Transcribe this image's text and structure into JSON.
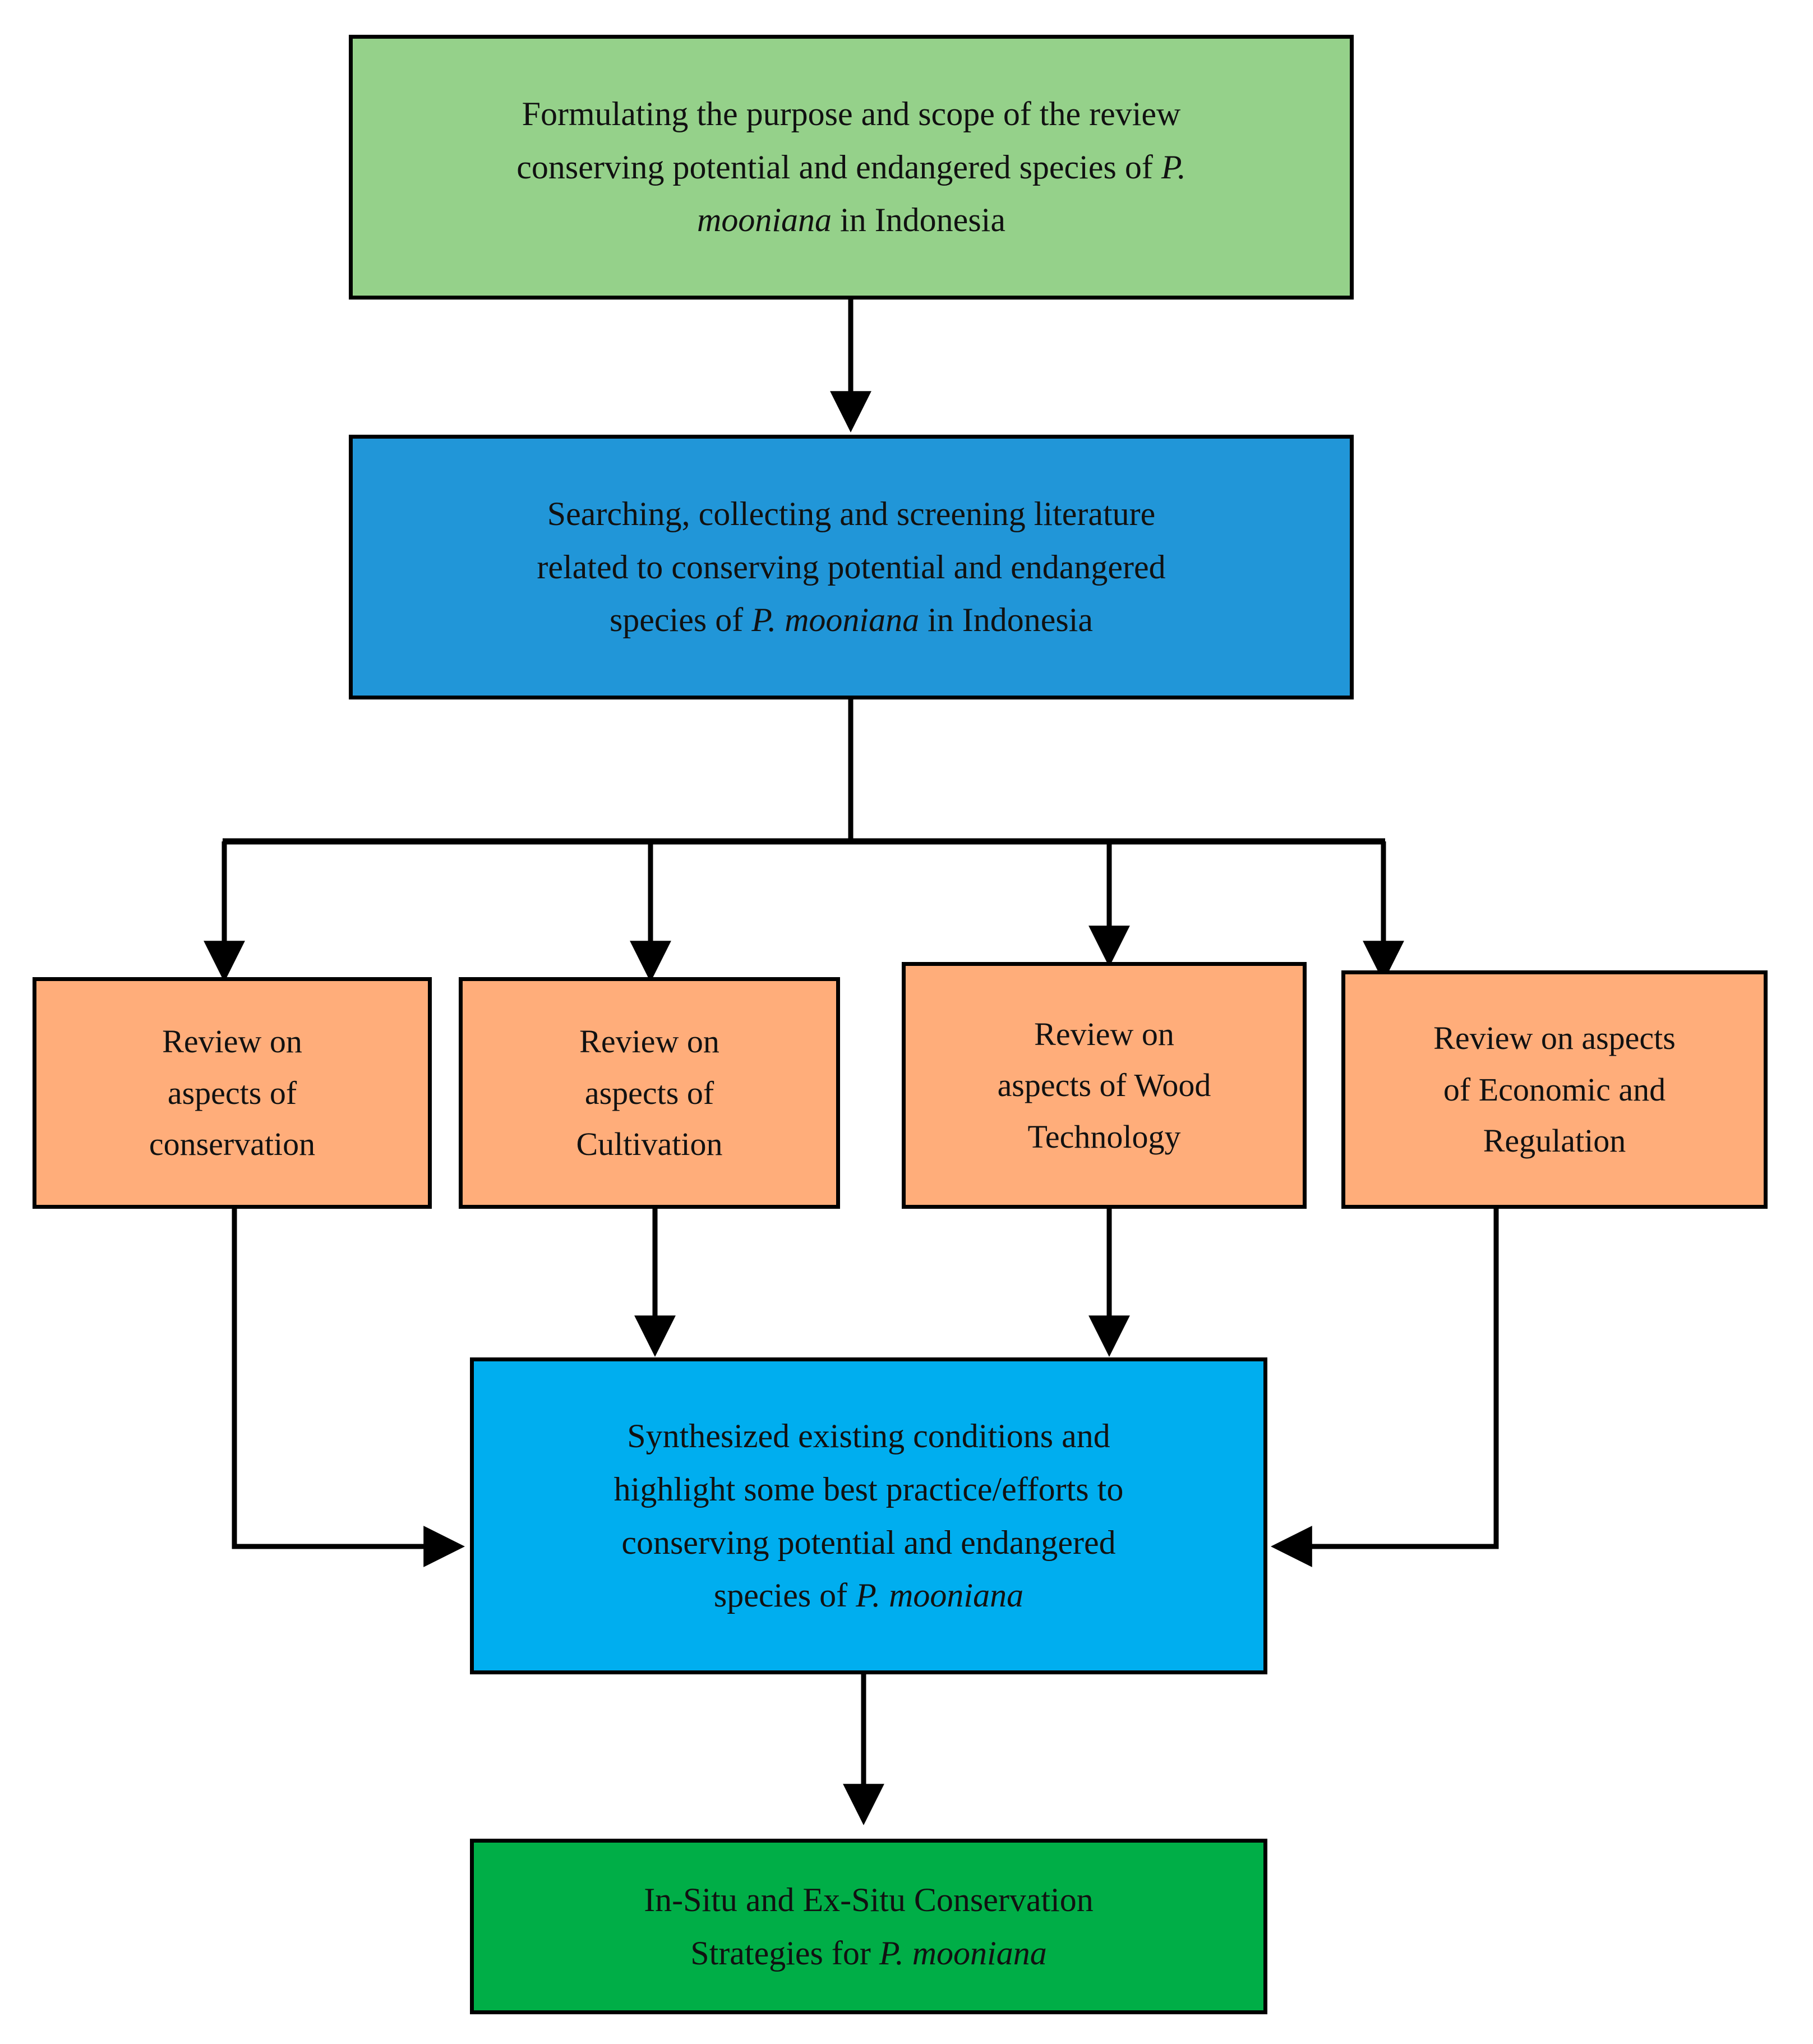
{
  "diagram": {
    "title": "Review methodology flowchart for P. mooniana conservation",
    "type": "flowchart",
    "background": "#ffffff",
    "edge_color": "#000000",
    "border_color": "#000000"
  },
  "palette": {
    "green_light": "#95d18a",
    "blue_medium": "#2196d8",
    "orange": "#ffad7a",
    "blue_bright": "#00aeef",
    "green_vivid": "#00ae47"
  },
  "nodes": {
    "objective": {
      "id": "objective",
      "label": "Formulating the purpose and scope of the review conserving potential and endangered species of P. mooniana in Indonesia",
      "line1": "Formulating the purpose and scope of the review",
      "line2_a": "conserving potential and endangered species of ",
      "line2_italic": "P.",
      "line3_italic": "mooniana",
      "line3_b": " in Indonesia",
      "fill": "#95d18a"
    },
    "literature": {
      "id": "literature",
      "label": "Searching, collecting and screening literature related to conserving potential and endangered species of P. mooniana in Indonesia",
      "line1": "Searching, collecting and screening literature",
      "line2": "related to conserving potential and endangered",
      "line3_a": "species of ",
      "line3_italic": "P. mooniana",
      "line3_b": " in Indonesia",
      "fill": "#2196d8"
    },
    "review_conservation": {
      "id": "review-conservation",
      "label": "Review on aspects of conservation",
      "line1": "Review on",
      "line2": "aspects of",
      "line3": "conservation",
      "fill": "#ffad7a"
    },
    "review_cultivation": {
      "id": "review-cultivation",
      "label": "Review on aspects of Cultivation",
      "line1": "Review on",
      "line2": "aspects of",
      "line3": "Cultivation",
      "fill": "#ffad7a"
    },
    "review_wood_technology": {
      "id": "review-wood-technology",
      "label": "Review on aspects of Wood Technology",
      "line1": "Review on",
      "line2": "aspects of Wood",
      "line3": "Technology",
      "fill": "#ffad7a"
    },
    "review_economic_regulation": {
      "id": "review-economic-regulation",
      "label": "Review on aspects of Economic and Regulation",
      "line1": "Review on aspects",
      "line2": "of Economic and",
      "line3": "Regulation",
      "fill": "#ffad7a"
    },
    "synthesis": {
      "id": "synthesis",
      "label": "Synthesized existing conditions and highlight some best practice/efforts to conserving potential and endangered species of P. mooniana",
      "line1": "Synthesized existing conditions and",
      "line2": "highlight some best practice/efforts to",
      "line3": "conserving potential and endangered",
      "line4_a": "species of ",
      "line4_italic": "P. mooniana",
      "fill": "#00aeef"
    },
    "outcome": {
      "id": "outcome",
      "label": "In-Situ and Ex-Situ Conservation Strategies for P. mooniana",
      "line1": "In-Situ and Ex-Situ Conservation",
      "line2_a": "Strategies for ",
      "line2_italic": "P. mooniana",
      "fill": "#00ae47"
    }
  },
  "edges": [
    {
      "id": "edge-objective-to-literature",
      "from": "objective",
      "to": "literature",
      "style": "straight-down-arrow"
    },
    {
      "id": "edge-literature-to-branchbar",
      "from": "literature",
      "to": "branch-bar",
      "style": "straight-down"
    },
    {
      "id": "edge-branch-to-conservation",
      "from": "branch-bar",
      "to": "review_conservation",
      "style": "down-arrow"
    },
    {
      "id": "edge-branch-to-cultivation",
      "from": "branch-bar",
      "to": "review_cultivation",
      "style": "down-arrow"
    },
    {
      "id": "edge-branch-to-wood-technology",
      "from": "branch-bar",
      "to": "review_wood_technology",
      "style": "down-arrow"
    },
    {
      "id": "edge-branch-to-economic-regulation",
      "from": "branch-bar",
      "to": "review_economic_regulation",
      "style": "down-arrow"
    },
    {
      "id": "edge-conservation-to-synthesis",
      "from": "review_conservation",
      "to": "synthesis",
      "style": "elbow-down-right-arrow"
    },
    {
      "id": "edge-cultivation-to-synthesis",
      "from": "review_cultivation",
      "to": "synthesis",
      "style": "down-arrow"
    },
    {
      "id": "edge-wood-technology-to-synthesis",
      "from": "review_wood_technology",
      "to": "synthesis",
      "style": "down-arrow"
    },
    {
      "id": "edge-economic-regulation-to-synthesis",
      "from": "review_economic_regulation",
      "to": "synthesis",
      "style": "elbow-down-left-arrow"
    },
    {
      "id": "edge-synthesis-to-outcome",
      "from": "synthesis",
      "to": "outcome",
      "style": "straight-down-arrow"
    }
  ]
}
